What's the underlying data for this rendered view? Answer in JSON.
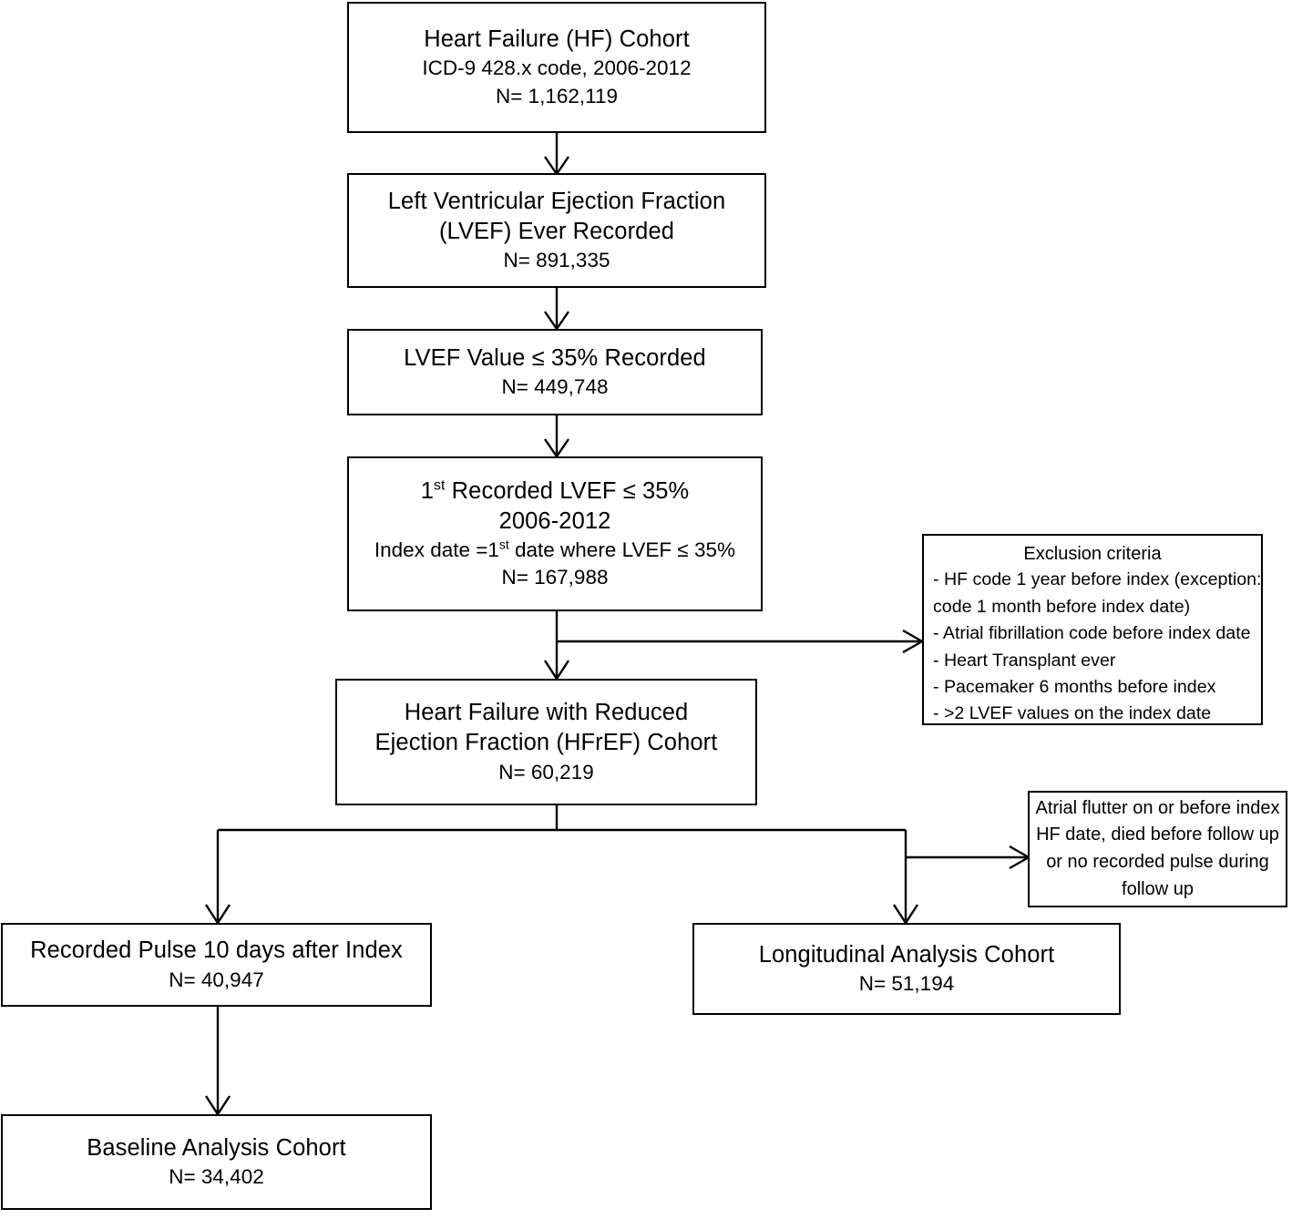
{
  "diagram": {
    "title": "Heart Failure Cohort Selection Flow Diagram",
    "type": "flowchart",
    "line_color": "#000000",
    "background_color": "#ffffff"
  },
  "nodes": {
    "hf_cohort": {
      "title_line1": "Heart Failure (HF) Cohort",
      "sub_line1": "ICD-9 428.x code, 2006-2012",
      "count": "N= 1,162,119"
    },
    "lvef_recorded": {
      "title_line1": "Left Ventricular Ejection Fraction",
      "title_line2": "(LVEF) Ever Recorded",
      "count": "N= 891,335"
    },
    "lvef_35": {
      "title_line1": "LVEF Value ≤ 35% Recorded",
      "count": "N= 449,748"
    },
    "first_lvef": {
      "title_line1_pre": "1",
      "title_line1_sup": "st",
      "title_line1_post": " Recorded LVEF ≤ 35%",
      "title_line2": "2006-2012",
      "sub_line_pre": "Index date =1",
      "sub_line_sup": "st",
      "sub_line_post": " date where LVEF ≤ 35%",
      "count": "N= 167,988"
    },
    "hfref_cohort": {
      "title_line1": "Heart Failure with Reduced",
      "title_line2": "Ejection Fraction (HFrEF) Cohort",
      "count": "N= 60,219"
    },
    "recorded_pulse": {
      "title_line1": "Recorded Pulse 10 days after Index",
      "count": "N= 40,947"
    },
    "longitudinal_cohort": {
      "title_line1": "Longitudinal Analysis Cohort",
      "count": "N= 51,194"
    },
    "baseline_cohort": {
      "title_line1": "Baseline Analysis Cohort",
      "count": "N= 34,402"
    },
    "exclusion_criteria": {
      "heading": "Exclusion criteria",
      "items": [
        "- HF code 1 year before index (exception:",
        "code 1 month before index date)",
        "- Atrial fibrillation code before index date",
        "- Heart Transplant ever",
        "- Pacemaker 6 months before index",
        "- >2 LVEF values on the index date"
      ]
    },
    "atrial_flutter_exclusion": {
      "lines": [
        "Atrial flutter on or before index",
        "HF date, died before follow up",
        "or no recorded pulse during",
        "follow up"
      ]
    }
  },
  "chart_data": {
    "type": "flowchart",
    "title": "Heart Failure Cohort Selection Flow Diagram",
    "steps": [
      {
        "id": "hf_cohort",
        "label": "Heart Failure (HF) Cohort",
        "n": 1162119
      },
      {
        "id": "lvef_recorded",
        "label": "Left Ventricular Ejection Fraction (LVEF) Ever Recorded",
        "n": 891335
      },
      {
        "id": "lvef_35",
        "label": "LVEF Value ≤ 35% Recorded",
        "n": 449748
      },
      {
        "id": "first_lvef",
        "label": "1st Recorded LVEF ≤ 35% 2006-2012",
        "n": 167988
      },
      {
        "id": "hfref_cohort",
        "label": "Heart Failure with Reduced Ejection Fraction (HFrEF) Cohort",
        "n": 60219
      },
      {
        "id": "recorded_pulse",
        "label": "Recorded Pulse 10 days after Index",
        "n": 40947
      },
      {
        "id": "longitudinal_cohort",
        "label": "Longitudinal Analysis Cohort",
        "n": 51194
      },
      {
        "id": "baseline_cohort",
        "label": "Baseline Analysis Cohort",
        "n": 34402
      }
    ],
    "edges": [
      {
        "from": "hf_cohort",
        "to": "lvef_recorded"
      },
      {
        "from": "lvef_recorded",
        "to": "lvef_35"
      },
      {
        "from": "lvef_35",
        "to": "first_lvef"
      },
      {
        "from": "first_lvef",
        "to": "hfref_cohort"
      },
      {
        "from": "first_lvef",
        "to": "exclusion_criteria"
      },
      {
        "from": "hfref_cohort",
        "to": "recorded_pulse"
      },
      {
        "from": "hfref_cohort",
        "to": "longitudinal_cohort"
      },
      {
        "from": "hfref_cohort",
        "to": "atrial_flutter_exclusion"
      },
      {
        "from": "recorded_pulse",
        "to": "baseline_cohort"
      }
    ]
  }
}
